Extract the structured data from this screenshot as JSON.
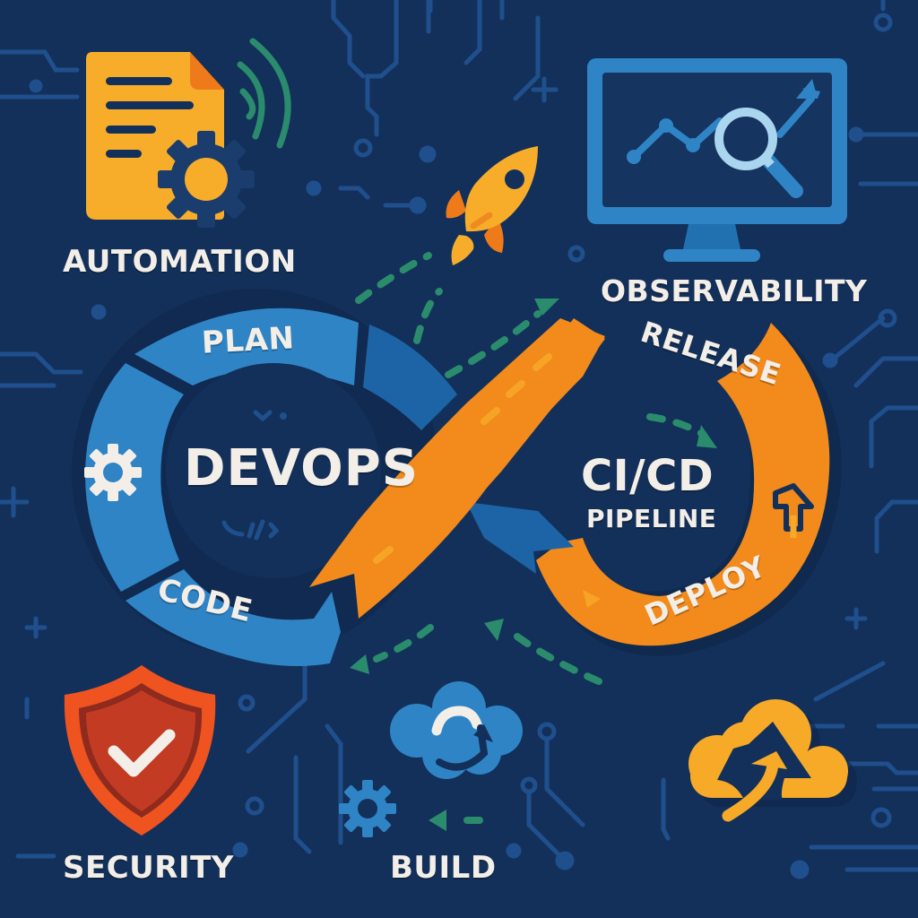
{
  "colors": {
    "background": "#13305a",
    "circuit": "#1f4f8c",
    "blue_ring": "#2f84c6",
    "blue_ring_dark": "#1d64a6",
    "orange": "#f28a1c",
    "amber": "#f7a928",
    "green_dash": "#2a8c6c",
    "shield_outer": "#ee5320",
    "shield_inner": "#c33b22",
    "text": "#f3efe8"
  },
  "center": {
    "left_title": "DEVOPS",
    "right_title": "CI/CD",
    "right_subtitle": "PIPELINE"
  },
  "ring_labels": {
    "plan": "PLAN",
    "code": "CODE",
    "release": "RELEASE",
    "deploy": "DEPLOY"
  },
  "captions": {
    "automation": "AUTOMATION",
    "observability": "OBSERVABILITY",
    "security": "SECURITY",
    "build": "BUILD"
  },
  "icons": {
    "automation": "document-gear-icon",
    "observability": "monitor-chart-magnifier-icon",
    "release_rocket": "rocket-icon",
    "security": "shield-check-icon",
    "build": "cloud-sync-icon",
    "deploy_cloud": "cloud-upload-icon",
    "ring_gear": "gear-icon"
  }
}
